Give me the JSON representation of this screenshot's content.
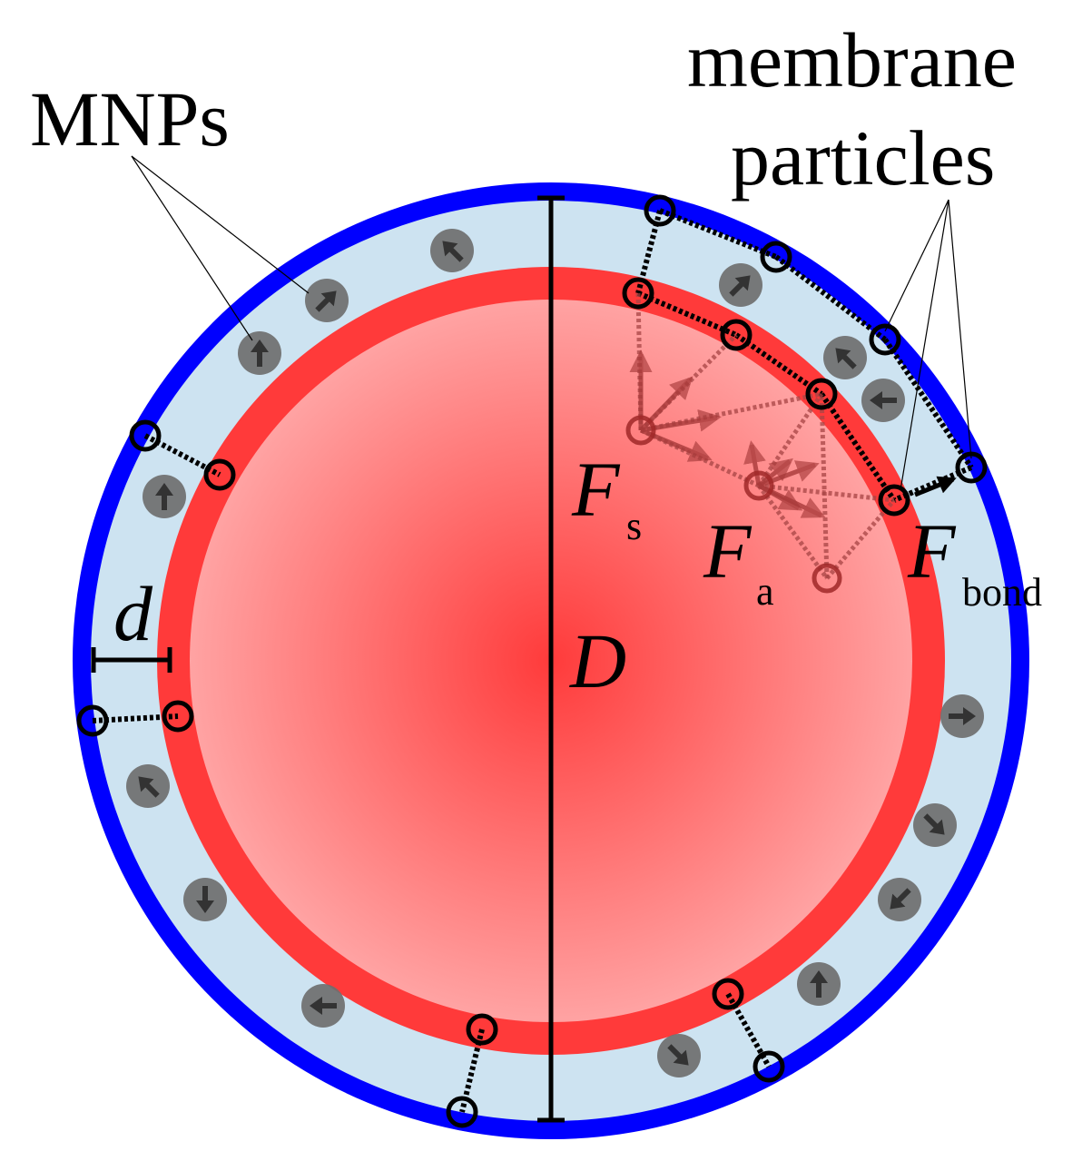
{
  "labels": {
    "mnps": "MNPs",
    "membrane_line1": "membrane",
    "membrane_line2": "particles",
    "d": "d",
    "D": "D",
    "Fs_main": "F",
    "Fs_sub": "s",
    "Fa_main": "F",
    "Fa_sub": "a",
    "Fbond_main": "F",
    "Fbond_sub": "bond"
  },
  "colors": {
    "outer_shell": "#0000ff",
    "gap": "#cde3f1",
    "red_shell": "#ff3a3a",
    "core_center": "#ff3b3b",
    "core_edge": "#ffa3a3",
    "mnp_fill": "#6f6f6f",
    "mnp_arrow": "#333333",
    "particle_ring": "#000000",
    "inner_particle": "#a02828"
  },
  "icons": {
    "mnp": "magnetic-nanoparticle-arrow-icon",
    "membrane_particle": "ring-particle-icon"
  }
}
